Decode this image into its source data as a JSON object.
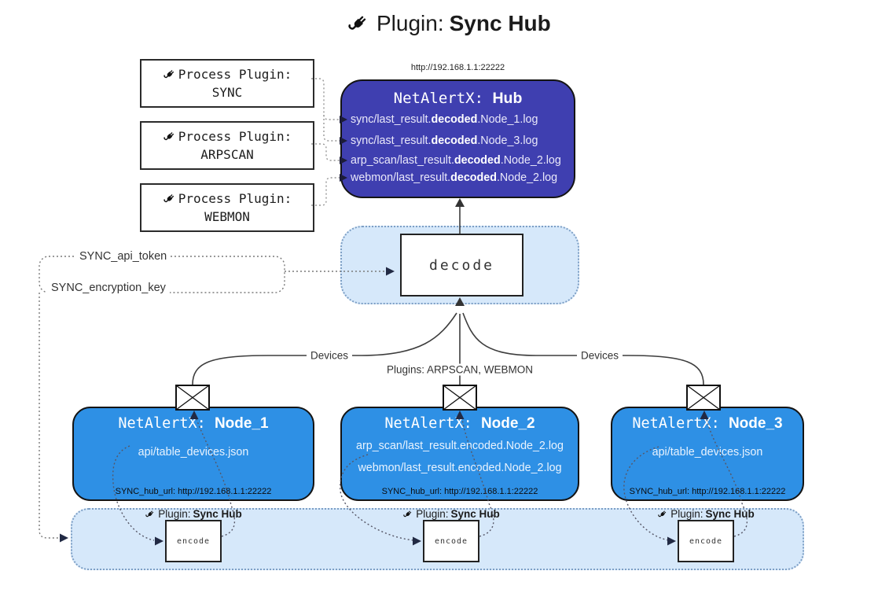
{
  "title": {
    "prefix": "Plugin: ",
    "name": "Sync Hub"
  },
  "hub": {
    "url": "http://192.168.1.1:22222",
    "title_mono": "NetAlertX: ",
    "title_bold": "Hub",
    "lines": [
      {
        "pre": "sync/last_result.",
        "bold": "decoded",
        "post": ".Node_1.log"
      },
      {
        "pre": "sync/last_result.",
        "bold": "decoded",
        "post": ".Node_3.log"
      },
      {
        "pre": "arp_scan/last_result.",
        "bold": "decoded",
        "post": ".Node_2.log"
      },
      {
        "pre": "webmon/last_result.",
        "bold": "decoded",
        "post": ".Node_2.log"
      }
    ]
  },
  "process_plugins": [
    {
      "label": "Process Plugin:",
      "name": "SYNC"
    },
    {
      "label": "Process Plugin:",
      "name": "ARPSCAN"
    },
    {
      "label": "Process Plugin:",
      "name": "WEBMON"
    }
  ],
  "decode": {
    "label": "decode"
  },
  "tokens": {
    "api_token": "SYNC_api_token",
    "encryption_key": "SYNC_encryption_key"
  },
  "edges": {
    "devices_left": "Devices",
    "devices_right": "Devices",
    "plugins_mid": "Plugins: ARPSCAN, WEBMON"
  },
  "nodes": [
    {
      "title_mono": "NetAlertX: ",
      "title_bold": "Node_1",
      "lines": [
        "api/table_devices.json"
      ],
      "hub_url": "SYNC_hub_url: http://192.168.1.1:22222"
    },
    {
      "title_mono": "NetAlertX: ",
      "title_bold": "Node_2",
      "lines": [
        "arp_scan/last_result.encoded.Node_2.log",
        "webmon/last_result.encoded.Node_2.log"
      ],
      "hub_url": "SYNC_hub_url: http://192.168.1.1:22222"
    },
    {
      "title_mono": "NetAlertX: ",
      "title_bold": "Node_3",
      "lines": [
        "api/table_devices.json"
      ],
      "hub_url": "SYNC_hub_url: http://192.168.1.1:22222"
    }
  ],
  "encoders": [
    {
      "plugin_prefix": "Plugin: ",
      "plugin_name": "Sync Hub",
      "label": "encode"
    },
    {
      "plugin_prefix": "Plugin: ",
      "plugin_name": "Sync Hub",
      "label": "encode"
    },
    {
      "plugin_prefix": "Plugin: ",
      "plugin_name": "Sync Hub",
      "label": "encode"
    }
  ],
  "colors": {
    "hub": "#3f3fb0",
    "node": "#2e90e5",
    "band": "#d6e8fa",
    "band_border": "#7d9fc5"
  }
}
